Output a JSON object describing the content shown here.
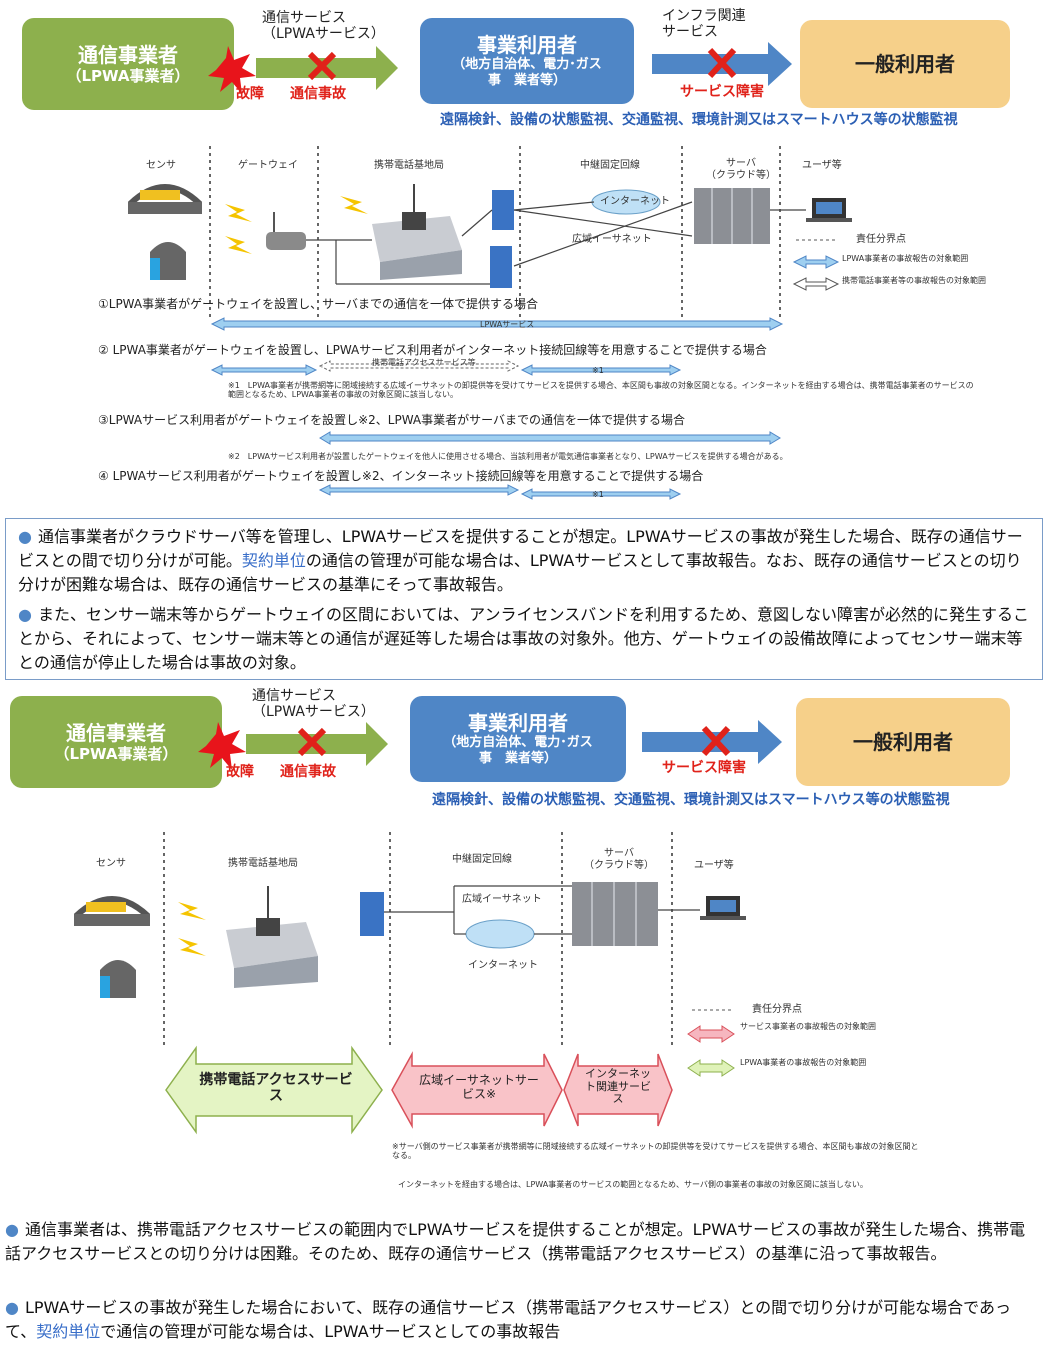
{
  "diagram1": {
    "carrier_box": {
      "line1": "通信事業者",
      "line2": "（LPWA事業者）"
    },
    "arrow1_label": {
      "line1": "通信サービス",
      "line2": "（LPWAサービス）"
    },
    "business_box": {
      "line1": "事業利用者",
      "line2": "（地方自治体、電力･ガス",
      "line3": "事　業者等）"
    },
    "arrow2_label": {
      "line1": "インフラ関連",
      "line2": "サービス"
    },
    "general_box": "一般利用者",
    "fault": "故障",
    "comm_accident": "通信事故",
    "service_fault": "サービス障害",
    "caption": "遠隔検針、設備の状態監視、交通監視、環境計測又はスマートハウス等の状態監視",
    "col_sensor": "センサ",
    "col_gateway": "ゲートウェイ",
    "col_base": "携帯電話基地局",
    "col_relay": "中継固定回線",
    "col_server": "サーバ\n（クラウド等）",
    "col_user": "ユーザ等",
    "internet": "インターネット",
    "wide_ether": "広域イーサネット",
    "legend_boundary": "責任分界点",
    "legend_blue": "LPWA事業者の事故報告の対象範囲",
    "legend_white": "携帯電話事業者等の事故報告の対象範囲",
    "scenario1": "①LPWA事業者がゲートウェイを設置し、サーバまでの通信を一体で提供する場合",
    "scenario1_bar": "LPWAサービス",
    "scenario2": "② LPWA事業者がゲートウェイを設置し、LPWAサービス利用者がインターネット接続回線等を用意することで提供する場合",
    "scenario2_bar": "携帯電話アクセスサービス等",
    "mark1": "※1",
    "note1": "※1　LPWA事業者が携帯網等に閉域接続する広域イーサネットの卸提供等を受けてサービスを提供する場合、本区間も事故の対象区間となる。インターネットを経由する場合は、携帯電話事業者のサービスの範囲となるため、LPWA事業者の事故の対象区間に該当しない。",
    "scenario3": "③LPWAサービス利用者がゲートウェイを設置し※2、LPWA事業者がサーバまでの通信を一体で提供する場合",
    "note2": "※2　LPWAサービス利用者が設置したゲートウェイを他人に使用させる場合、当該利用者が電気通信事業者となり、LPWAサービスを提供する場合がある。",
    "scenario4": "④ LPWAサービス利用者がゲートウェイを設置し※2、インターネット接続回線等を用意することで提供する場合"
  },
  "panel1": {
    "b1_pre": "通信事業者がクラウドサーバ等を管理し、LPWAサービスを提供することが想定。LPWAサービスの事故が発生した場合、既存の通信サービスとの間で切り分けが可能。",
    "b1_link": "契約単位",
    "b1_post": "の通信の管理が可能な場合は、LPWAサービスとして事故報告。なお、既存の通信サービスとの切り分けが困難な場合は、既存の通信サービスの基準にそって事故報告。",
    "b2": "また、センサー端末等からゲートウェイの区間においては、アンライセンスバンドを利用するため、意図しない障害が必然的に発生することから、それによって、センサー端末等との通信が遅延等した場合は事故の対象外。他方、ゲートウェイの設備故障によってセンサー端末等との通信が停止した場合は事故の対象。"
  },
  "diagram2": {
    "carrier_box": {
      "line1": "通信事業者",
      "line2": "（LPWA事業者）"
    },
    "arrow1_label": {
      "line1": "通信サービス",
      "line2": "（LPWAサービス）"
    },
    "business_box": {
      "line1": "事業利用者",
      "line2": "（地方自治体、電力･ガス",
      "line3": "事　業者等）"
    },
    "general_box": "一般利用者",
    "fault": "故障",
    "comm_accident": "通信事故",
    "service_fault": "サービス障害",
    "caption": "遠隔検針、設備の状態監視、交通監視、環境計測又はスマートハウス等の状態監視",
    "col_sensor": "センサ",
    "col_base": "携帯電話基地局",
    "col_relay": "中継固定回線",
    "col_server": "サーバ\n（クラウド等）",
    "col_user": "ユーザ等",
    "wide_ether": "広域イーサネット",
    "internet": "インターネット",
    "legend_boundary": "責任分界点",
    "legend_red": "サービス事業者の事故報告の対象範囲",
    "legend_green": "LPWA事業者の事故報告の対象範囲",
    "arrow_mobile": "携帯電話アクセスサービス",
    "arrow_ether": "広域イーサネットサービス※",
    "arrow_internet": "インターネット関連サービス",
    "note1": "※サーバ側のサービス事業者が携帯網等に閉域接続する広域イーサネットの卸提供等を受けてサービスを提供する場合、本区間も事故の対象区間となる。",
    "note2": "インターネットを経由する場合は、LPWA事業者のサービスの範囲となるため、サーバ側の事業者の事故の対象区間に該当しない。"
  },
  "panel2": {
    "b1": "通信事業者は、携帯電話アクセスサービスの範囲内でLPWAサービスを提供することが想定。LPWAサービスの事故が発生した場合、携帯電話アクセスサービスとの切り分けは困難。そのため、既存の通信サービス（携帯電話アクセスサービス）の基準に沿って事故報告。",
    "b2_pre": "LPWAサービスの事故が発生した場合において、既存の通信サービス（携帯電話アクセスサービス）との間で切り分けが可能な場合であって、",
    "b2_link": "契約単位",
    "b2_post": "で通信の管理が可能な場合は、LPWAサービスとしての事故報告"
  }
}
